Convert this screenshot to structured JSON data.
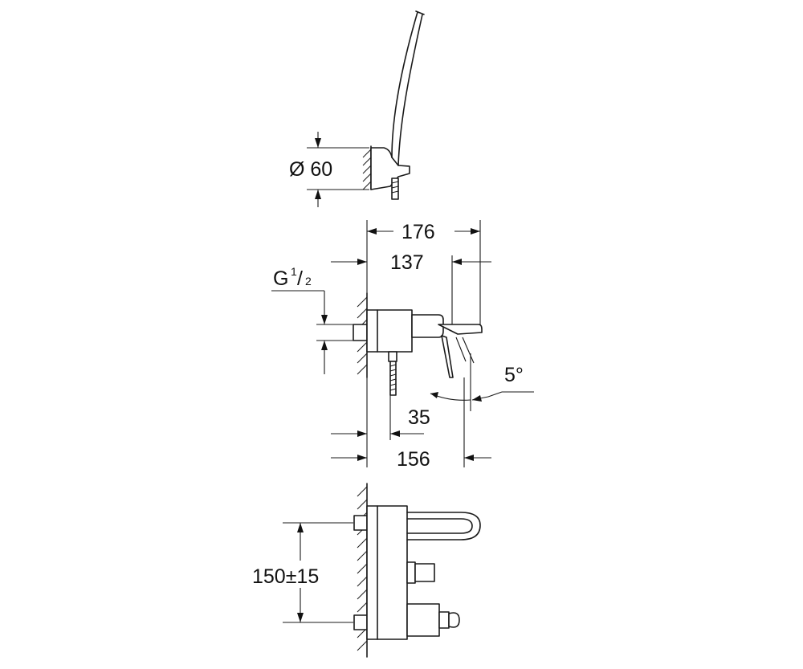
{
  "dimensions": {
    "diameter": "Ø 60",
    "width_total": "176",
    "width_body": "137",
    "thread": {
      "main": "G",
      "numerator": "1",
      "slash": "/",
      "denominator": "2"
    },
    "angle": "5°",
    "depth_small": "35",
    "depth_base": "156",
    "spacing": "150±15"
  }
}
